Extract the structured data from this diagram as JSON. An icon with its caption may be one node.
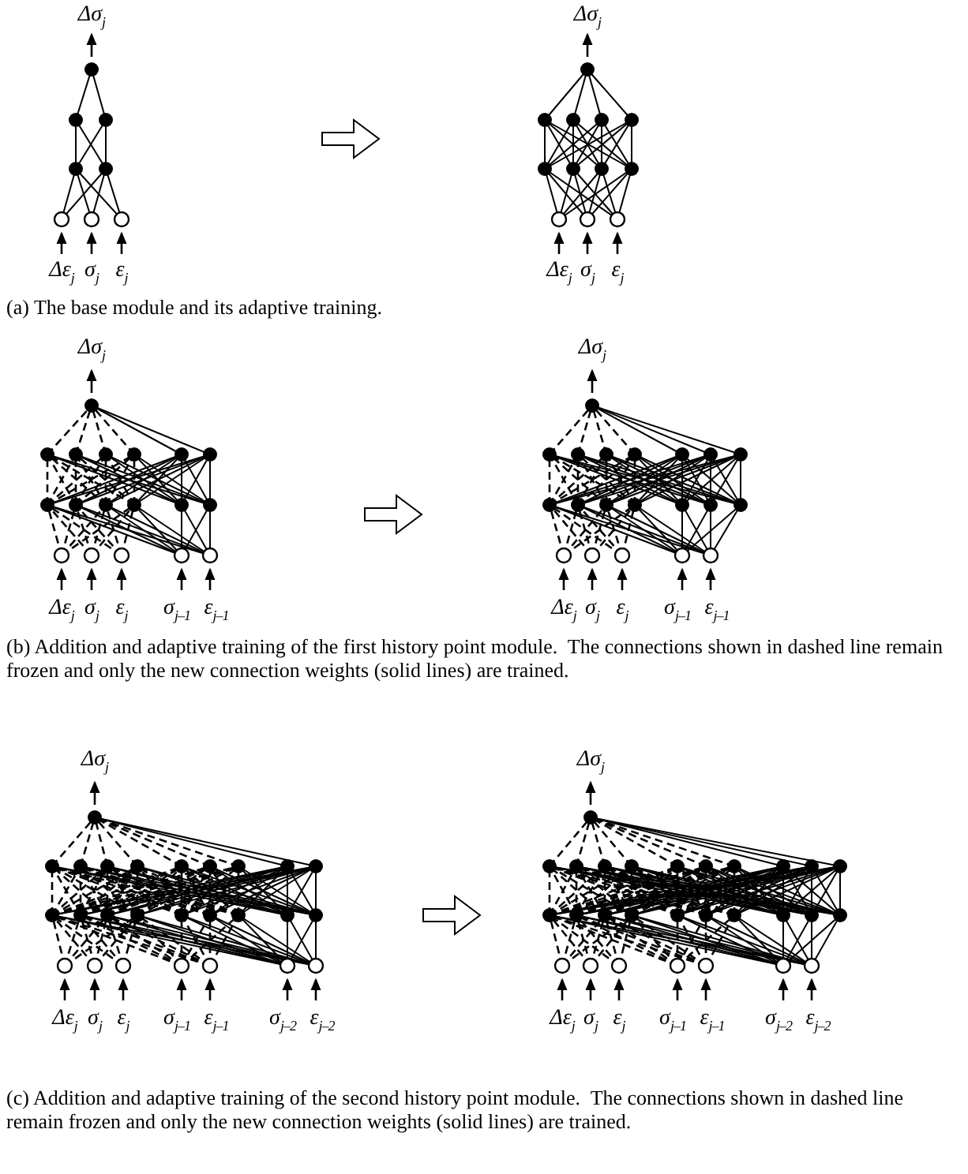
{
  "diagram": {
    "labels": [
      "Δσ$_{j}$",
      "Δσ$_{j}$",
      "Δε$_{j}$",
      "σ$_{j}$",
      "ε$_{j}$",
      "Δε$_{j}$",
      "σ$_{j}$",
      "ε$_{j}$",
      "(a) The base module and its adaptive training.",
      "Δσ$_{j}$",
      "Δσ$_{j}$",
      "Δε$_{j}$",
      "σ$_{j}$",
      "ε$_{j}$",
      "σ$_{j–1}$",
      "ε$_{j–1}$",
      "Δε$_{j}$",
      "σ$_{j}$",
      "ε$_{j}$",
      "σ$_{j–1}$",
      "ε$_{j–1}$",
      "(b) Addition and adaptive training of the first history point module.  The connections shown in dashed line remain frozen and only the new connection weights (solid lines) are trained.",
      "Δσ$_{j}$",
      "Δσ$_{j}$",
      "Δε$_{j}$",
      "σ$_{j}$",
      "ε$_{j}$",
      "σ$_{j–1}$",
      "ε$_{j–1}$",
      "σ$_{j–2}$",
      "ε$_{j–2}$",
      "Δε$_{j}$",
      "σ$_{j}$",
      "ε$_{j}$",
      "σ$_{j–1}$",
      "ε$_{j–1}$",
      "σ$_{j–2}$",
      "ε$_{j–2}$",
      "(c) Addition and adaptive training of the second history point module.  The connections shown in dashed line remain frozen and only the new connection weights (solid lines) are trained."
    ]
  }
}
